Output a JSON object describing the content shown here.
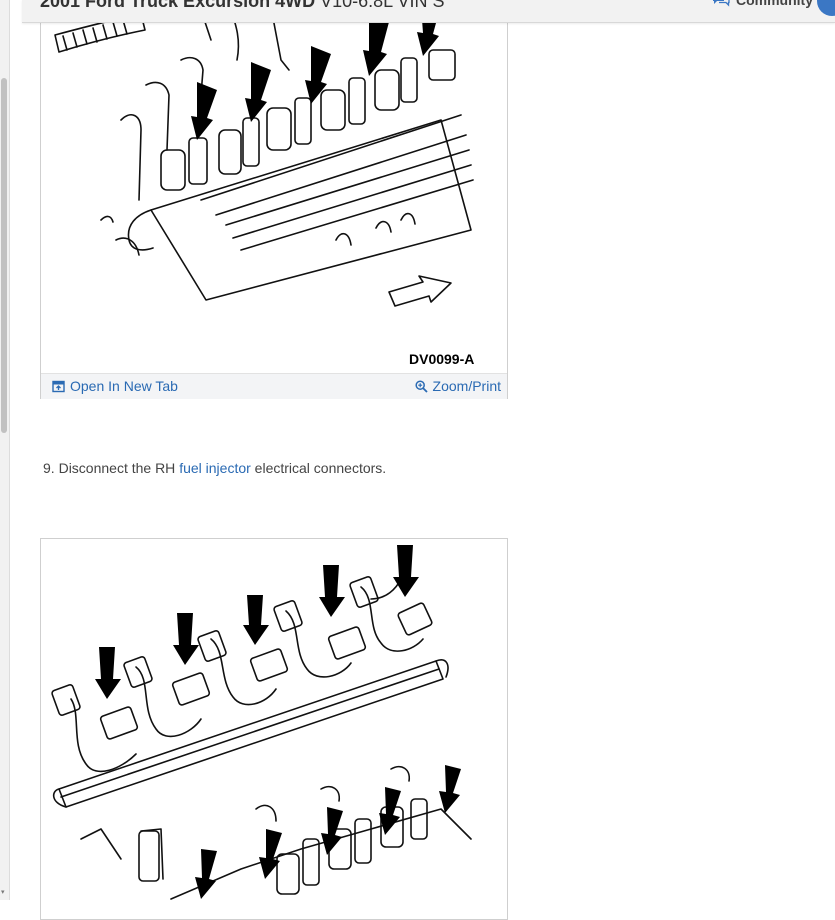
{
  "header": {
    "title_bold": "2001 Ford Truck Excursion 4WD",
    "title_rest": "V10-6.8L VIN S",
    "community_label": "Community"
  },
  "figure_1": {
    "code": "DV0099-A",
    "open_tab_label": "Open In New Tab",
    "zoom_label": "Zoom/Print"
  },
  "step_9": {
    "number": "9.",
    "text_before": "Disconnect the RH",
    "link_text": "fuel injector",
    "text_after": "electrical connectors."
  },
  "colors": {
    "link": "#2a6ab3",
    "toolbar_bg": "#f3f4f6",
    "avatar": "#3b77c4"
  },
  "icons": [
    "chat-bubble-icon",
    "open-new-tab-icon",
    "zoom-icon",
    "scroll-arrow-icon"
  ]
}
